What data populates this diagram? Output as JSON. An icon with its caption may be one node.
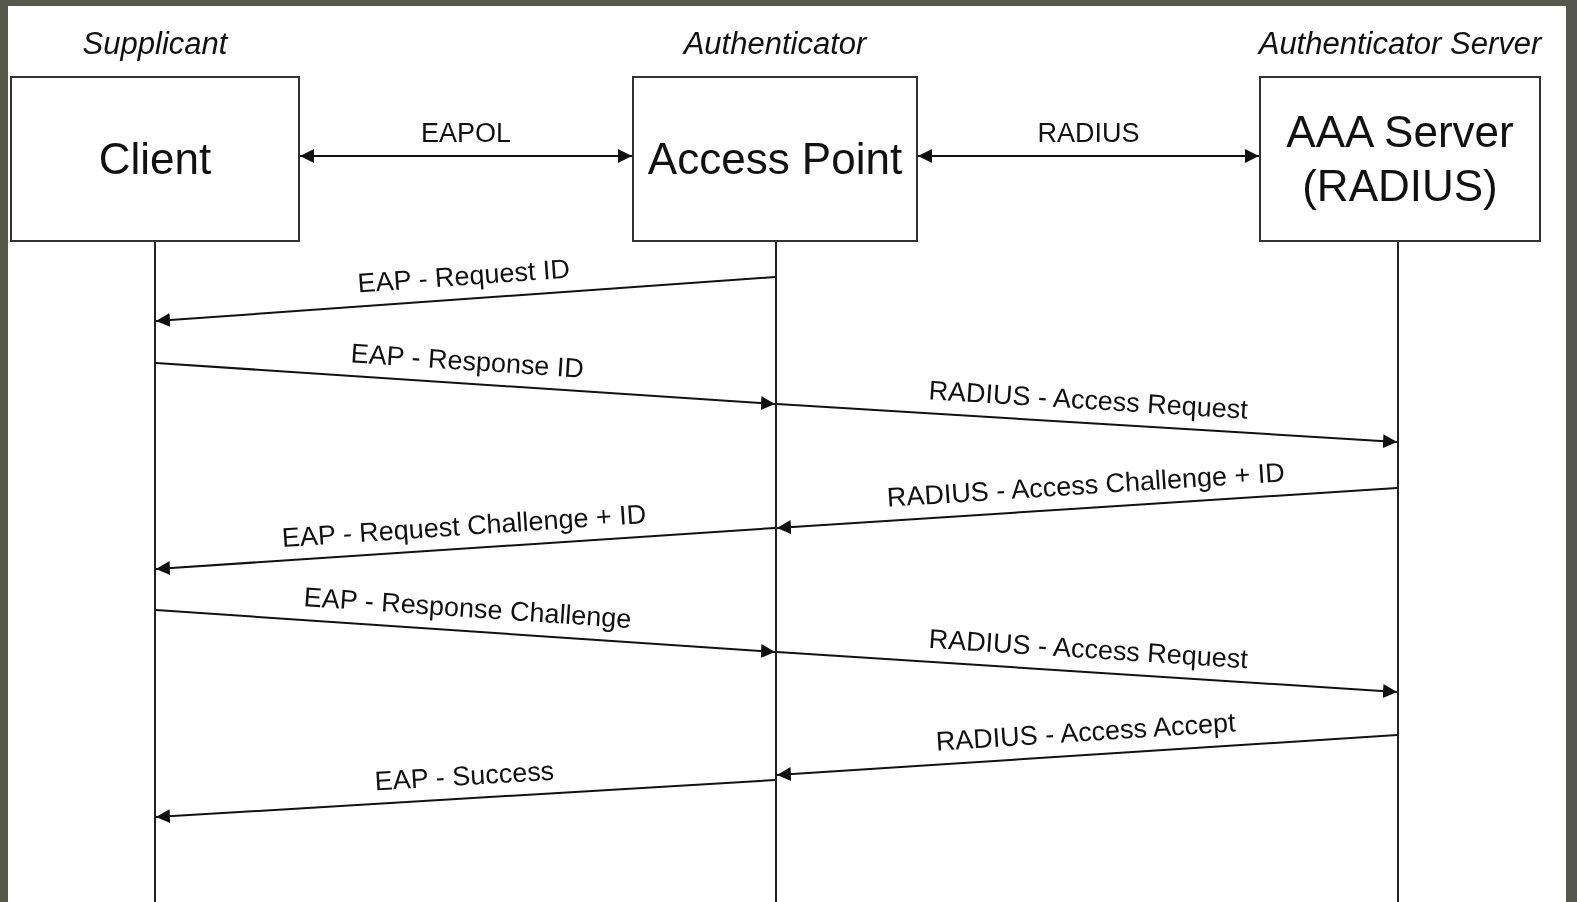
{
  "diagram": {
    "nodes": [
      {
        "text": [
          "Client"
        ],
        "beside": [
          "Supplicant"
        ]
      },
      {
        "text": [
          "Access Point"
        ],
        "beside": [
          "Authenticator"
        ]
      },
      {
        "text": [
          "AAA Server (RADIUS)"
        ],
        "beside": [
          "Authenticator Server"
        ]
      },
      {
        "text": [],
        "shape": "line"
      },
      {
        "text": [],
        "shape": "line"
      },
      {
        "text": [],
        "shape": "line"
      }
    ],
    "edges": [
      {
        "from": 0,
        "to": 1,
        "arrow": "both",
        "label": "EAPOL"
      },
      {
        "from": 1,
        "to": 2,
        "arrow": "both",
        "label": "RADIUS"
      },
      {
        "from": 4,
        "to": 3,
        "arrow": "to",
        "label": "EAP - Request ID"
      },
      {
        "from": 3,
        "to": 4,
        "arrow": "to",
        "label": "EAP - Response ID"
      },
      {
        "from": 4,
        "to": 5,
        "arrow": "to",
        "label": "RADIUS - Access Request"
      },
      {
        "from": 5,
        "to": 4,
        "arrow": "to",
        "label": "RADIUS - Access Challenge + ID"
      },
      {
        "from": 4,
        "to": 3,
        "arrow": "to",
        "label": "EAP - Request Challenge + ID"
      },
      {
        "from": 3,
        "to": 4,
        "arrow": "to",
        "label": "EAP - Response Challenge"
      },
      {
        "from": 4,
        "to": 5,
        "arrow": "to",
        "label": "RADIUS - Access Request"
      },
      {
        "from": 5,
        "to": 4,
        "arrow": "to",
        "label": "RADIUS - Access Accept"
      },
      {
        "from": 4,
        "to": 3,
        "arrow": "to",
        "label": "EAP - Success"
      }
    ]
  }
}
